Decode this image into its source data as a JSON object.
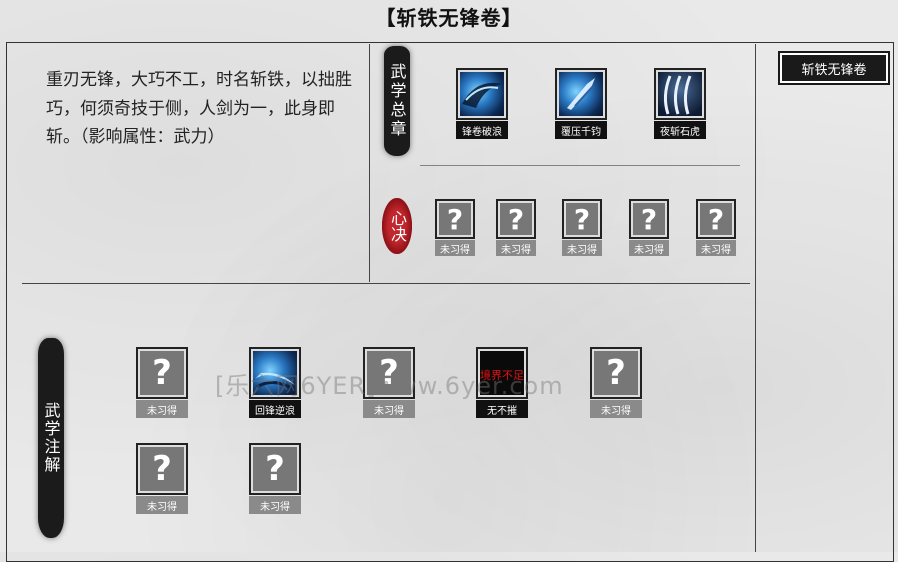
{
  "title": "【斩铁无锋卷】",
  "named_button": "斩铁无锋卷",
  "description": "重刃无锋，大巧不工，时名斩铁，以拙胜巧，何须奇技于侧，人剑为一，此身即斩。（影响属性：武力）",
  "sections": {
    "general": "武学总章",
    "mind": "心决",
    "annotation": "武学注解"
  },
  "general_skills": [
    {
      "label": "锋卷破浪",
      "icon": "wave-slash-icon"
    },
    {
      "label": "覆压千钧",
      "icon": "crushing-blade-icon"
    },
    {
      "label": "夜斩石虎",
      "icon": "claw-slash-icon"
    }
  ],
  "mind_slots": [
    {
      "label": "未习得",
      "icon": "question-icon"
    },
    {
      "label": "未习得",
      "icon": "question-icon"
    },
    {
      "label": "未习得",
      "icon": "question-icon"
    },
    {
      "label": "未习得",
      "icon": "question-icon"
    },
    {
      "label": "未习得",
      "icon": "question-icon"
    }
  ],
  "annotation_slots": [
    {
      "label": "未习得",
      "icon": "question-icon"
    },
    {
      "label": "回锋逆浪",
      "icon": "reverse-wave-icon"
    },
    {
      "label": "未习得",
      "icon": "question-icon"
    },
    {
      "label": "无不摧",
      "icon": "locked-icon",
      "lock_text": "境界不足"
    },
    {
      "label": "未习得",
      "icon": "question-icon"
    },
    {
      "label": "未习得",
      "icon": "question-icon"
    },
    {
      "label": "未习得",
      "icon": "question-icon"
    }
  ],
  "question_mark": "?",
  "watermark": "[乐六网6YER]www.6yer.com",
  "colors": {
    "accent_red": "#c0262c",
    "lock_text": "#e01010"
  }
}
